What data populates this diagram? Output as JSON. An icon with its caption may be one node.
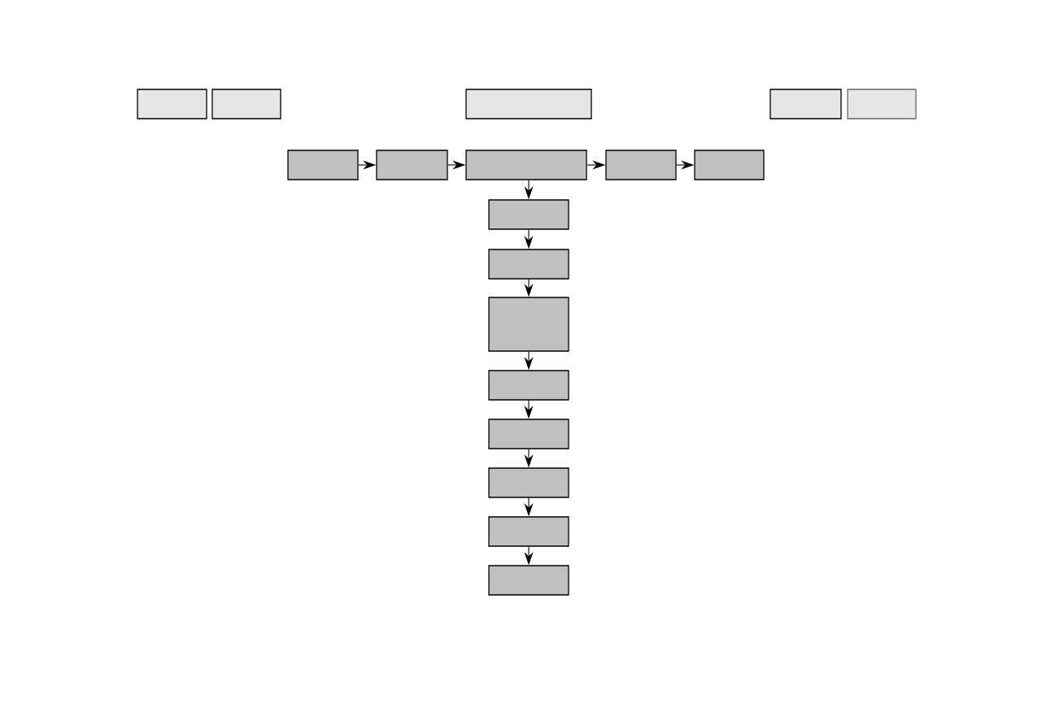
{
  "diagram": {
    "nodes": [
      {
        "text": [],
        "shape": "box"
      },
      {
        "text": [],
        "shape": "box"
      },
      {
        "text": [],
        "shape": "box"
      },
      {
        "text": [],
        "shape": "box"
      },
      {
        "text": [],
        "shape": "box"
      },
      {
        "text": [],
        "shape": "box"
      },
      {
        "text": [],
        "shape": "box"
      },
      {
        "text": [],
        "shape": "box"
      },
      {
        "text": [],
        "shape": "box"
      },
      {
        "text": [],
        "shape": "box"
      },
      {
        "text": [],
        "shape": "box"
      },
      {
        "text": [],
        "shape": "box"
      },
      {
        "text": [],
        "shape": "box"
      },
      {
        "text": [],
        "shape": "box"
      },
      {
        "text": [],
        "shape": "box"
      },
      {
        "text": [],
        "shape": "box"
      },
      {
        "text": [],
        "shape": "box"
      },
      {
        "text": [],
        "shape": "box"
      }
    ],
    "edges": [
      {
        "from": 5,
        "to": 6,
        "arrow": "to"
      },
      {
        "from": 6,
        "to": 7,
        "arrow": "to"
      },
      {
        "from": 7,
        "to": 8,
        "arrow": "to"
      },
      {
        "from": 8,
        "to": 9,
        "arrow": "to"
      },
      {
        "from": 7,
        "to": 10,
        "arrow": "to"
      },
      {
        "from": 10,
        "to": 11,
        "arrow": "to"
      },
      {
        "from": 11,
        "to": 12,
        "arrow": "to"
      },
      {
        "from": 12,
        "to": 13,
        "arrow": "to"
      },
      {
        "from": 13,
        "to": 14,
        "arrow": "to"
      },
      {
        "from": 14,
        "to": 15,
        "arrow": "to"
      },
      {
        "from": 15,
        "to": 16,
        "arrow": "to"
      },
      {
        "from": 16,
        "to": 17,
        "arrow": "to"
      }
    ]
  }
}
